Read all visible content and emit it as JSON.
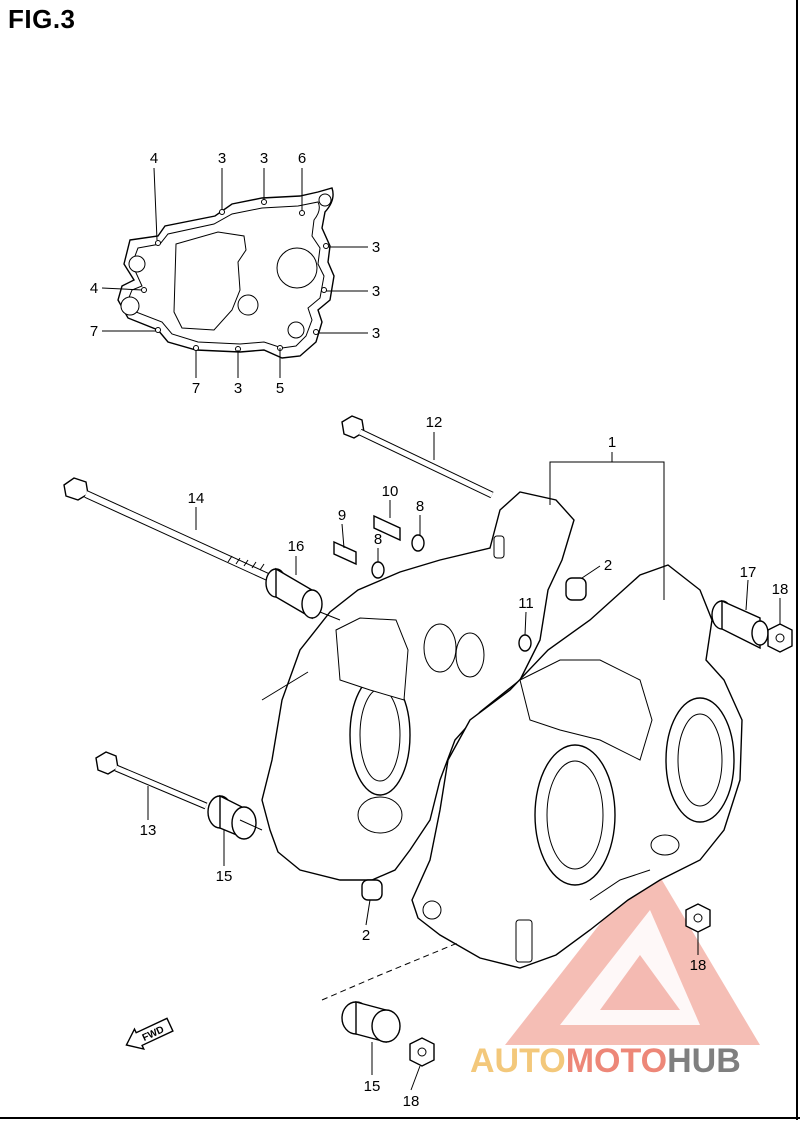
{
  "figure": {
    "title": "FIG.3"
  },
  "callouts": [
    {
      "label": "4"
    },
    {
      "label": "3"
    },
    {
      "label": "3"
    },
    {
      "label": "6"
    },
    {
      "label": "3"
    },
    {
      "label": "3"
    },
    {
      "label": "4"
    },
    {
      "label": "7"
    },
    {
      "label": "3"
    },
    {
      "label": "7"
    },
    {
      "label": "3"
    },
    {
      "label": "5"
    },
    {
      "label": "12"
    },
    {
      "label": "1"
    },
    {
      "label": "14"
    },
    {
      "label": "10"
    },
    {
      "label": "8"
    },
    {
      "label": "9"
    },
    {
      "label": "8"
    },
    {
      "label": "16"
    },
    {
      "label": "2"
    },
    {
      "label": "11"
    },
    {
      "label": "17"
    },
    {
      "label": "18"
    },
    {
      "label": "13"
    },
    {
      "label": "15"
    },
    {
      "label": "2"
    },
    {
      "label": "18"
    },
    {
      "label": "15"
    },
    {
      "label": "18"
    }
  ],
  "direction_marker": {
    "text": "FWD",
    "icon": "fwd-arrow-icon"
  },
  "watermark": {
    "word1": "AUTO",
    "word2": "MOTO",
    "word3": "HUB",
    "logo": "triangle-a-logo",
    "colors": {
      "primary": "#e8604c",
      "secondary": "#f0b650",
      "dark": "#555555"
    }
  }
}
